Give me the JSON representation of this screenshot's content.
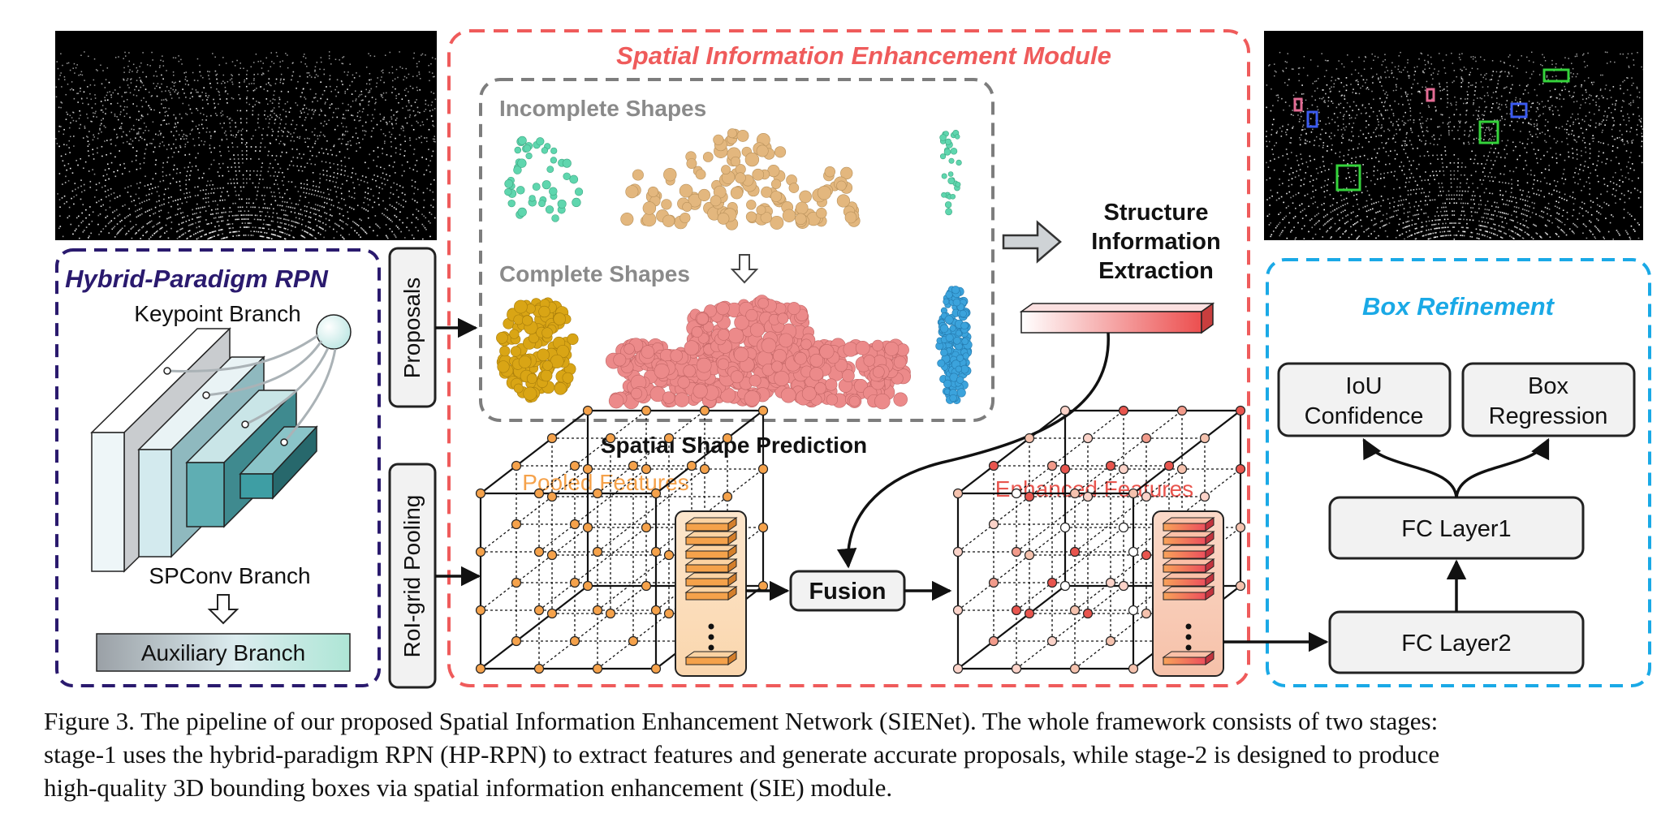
{
  "modules": {
    "sie_title": "Spatial Information Enhancement Module",
    "hp_rpn_title": "Hybrid-Paradigm RPN",
    "box_refinement_title": "Box Refinement"
  },
  "rpn": {
    "keypoint_branch": "Keypoint Branch",
    "spconv_branch": "SPConv Branch",
    "auxiliary_branch": "Auxiliary Branch"
  },
  "side_labels": {
    "proposals": "Proposals",
    "roi_pooling": "RoI-grid Pooling"
  },
  "shapes": {
    "incomplete": "Incomplete Shapes",
    "complete": "Complete Shapes",
    "prediction": "Spatial Shape Prediction"
  },
  "structure": {
    "line1": "Structure",
    "line2": "Information",
    "line3": "Extraction"
  },
  "features": {
    "pooled": "Pooled Features",
    "enhanced": "Enhanced Features",
    "fusion": "Fusion"
  },
  "refinement": {
    "iou_line1": "IoU",
    "iou_line2": "Confidence",
    "box_line1": "Box",
    "box_line2": "Regression",
    "fc1": "FC Layer1",
    "fc2": "FC Layer2"
  },
  "caption": {
    "line1": "Figure 3. The pipeline of our proposed Spatial Information Enhancement Network (SIENet). The whole framework consists of two stages:",
    "line2": "stage-1 uses the hybrid-paradigm RPN (HP-RPN) to extract features and generate accurate proposals, while stage-2 is designed to produce",
    "line3": "high-quality 3D bounding boxes via spatial information enhancement (SIE) module."
  },
  "colors": {
    "sie_border": "#ef5b5b",
    "rpn_border": "#2a1a6e",
    "refine_border": "#1aa9e6",
    "pooled": "#f5a24b",
    "enhanced": "#e8554e",
    "teal": "#3e9ea4",
    "mint": "#5fd6ae",
    "sand": "#e3b77e",
    "gold": "#d9a515",
    "pink": "#ec8a8a",
    "blue": "#3ba3dc"
  }
}
